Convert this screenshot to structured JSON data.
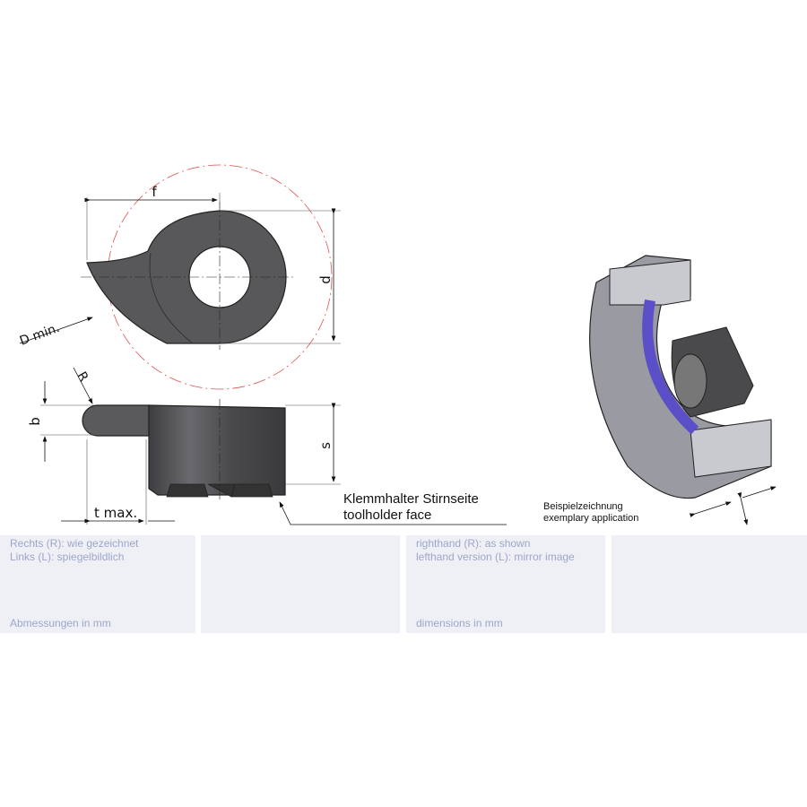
{
  "dimensions": {
    "f": "f",
    "d": "d",
    "D_min": "D min.",
    "R": "R",
    "b": "b",
    "s": "s",
    "t_max": "t max."
  },
  "toolholder_label": {
    "de": "Klemmhalter Stirnseite",
    "en": "toolholder face"
  },
  "example_label": {
    "de": "Beispielzeichnung",
    "en": "exemplary application"
  },
  "panels": [
    {
      "line1": "Rechts (R): wie gezeichnet",
      "line2": "Links (L): spiegelbildlich",
      "footer": "Abmessungen in mm"
    },
    {
      "line1": "",
      "line2": "",
      "footer": ""
    },
    {
      "line1": "righthand (R): as shown",
      "line2": "lefthand version (L): mirror image",
      "footer": "dimensions in mm"
    },
    {
      "line1": "",
      "line2": "",
      "footer": ""
    }
  ],
  "colors": {
    "insert": "#555558",
    "panel_bg": "#eef0f6",
    "panel_text": "#9ea6c8",
    "circle": "#e05050",
    "groove": "#5b4fc8"
  }
}
